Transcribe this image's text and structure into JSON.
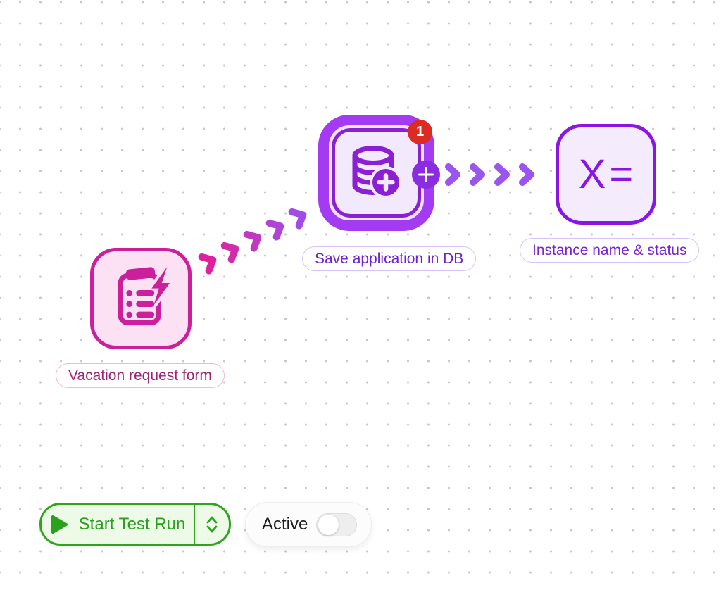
{
  "canvas": {
    "background": "#ffffff",
    "dot_color": "#c7c7c7"
  },
  "nodes": [
    {
      "id": "vacation-request-form",
      "label": "Vacation request form",
      "icon": "clipboard-lightning-icon",
      "accent_color": "#cb1f9b",
      "fill_color": "#fbe1f3",
      "label_color": "#9c2470"
    },
    {
      "id": "save-application-in-db",
      "label": "Save application in DB",
      "icon": "database-plus-icon",
      "accent_color": "#8b1fd4",
      "fill_color": "#f3e9fd",
      "selected": true,
      "selection_color": "#a43af2",
      "badge_count": "1",
      "badge_color": "#dc2b23",
      "label_color": "#6d21cf"
    },
    {
      "id": "instance-name-status",
      "label": "Instance name & status",
      "icon": "variables-icon",
      "icon_text": "X=",
      "accent_color": "#8a16e3",
      "fill_color": "#f4ebfd",
      "label_color": "#7a22d6"
    }
  ],
  "connectors": [
    {
      "from": "vacation-request-form",
      "to": "save-application-in-db",
      "style": "chevron-dashed",
      "direction": "up-right",
      "chevron_count": 5,
      "color_start": "#e0219f",
      "color_end": "#a14ce9"
    },
    {
      "from": "save-application-in-db",
      "to": "instance-name-status",
      "style": "chevron-dashed",
      "direction": "right",
      "chevron_count": 4,
      "color": "#9a55ef"
    }
  ],
  "controls": {
    "start_test_run": {
      "label": "Start Test Run",
      "text_color": "#2aa11d",
      "border_color": "#30a51c",
      "background": "#edfae8"
    },
    "active_toggle": {
      "label": "Active",
      "state": "off"
    }
  }
}
